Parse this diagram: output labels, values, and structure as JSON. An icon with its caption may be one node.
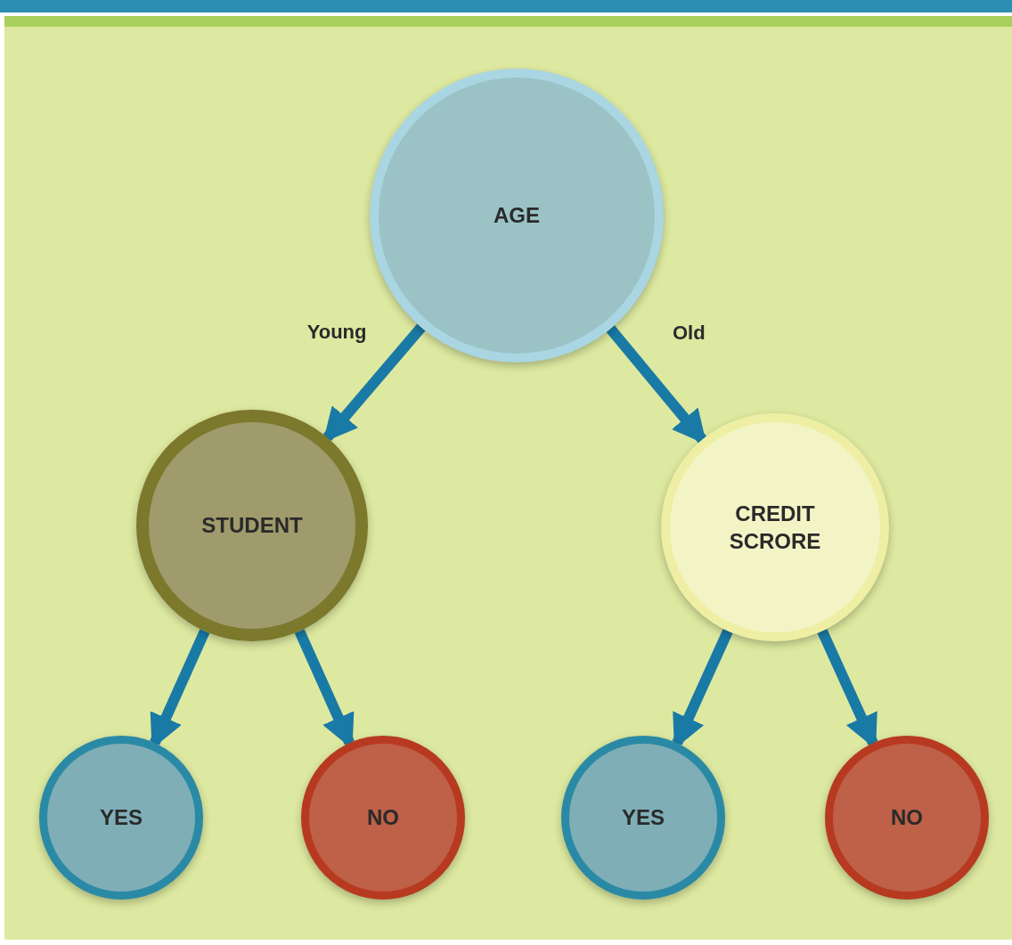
{
  "diagram": {
    "nodes": [
      {
        "text": [
          "AGE"
        ]
      },
      {
        "text": [
          "STUDENT"
        ]
      },
      {
        "text": [
          "CREDIT SCRORE"
        ]
      },
      {
        "text": [
          "YES"
        ]
      },
      {
        "text": [
          "NO"
        ]
      },
      {
        "text": [
          "YES"
        ]
      },
      {
        "text": [
          "NO"
        ]
      }
    ],
    "edges": [
      {
        "from": 0,
        "to": 1,
        "arrow": "to",
        "label": "Young"
      },
      {
        "from": 0,
        "to": 2,
        "arrow": "to",
        "label": "Old"
      },
      {
        "from": 1,
        "to": 3,
        "arrow": "to"
      },
      {
        "from": 1,
        "to": 4,
        "arrow": "to"
      },
      {
        "from": 2,
        "to": 5,
        "arrow": "to"
      },
      {
        "from": 2,
        "to": 6,
        "arrow": "to"
      }
    ]
  }
}
